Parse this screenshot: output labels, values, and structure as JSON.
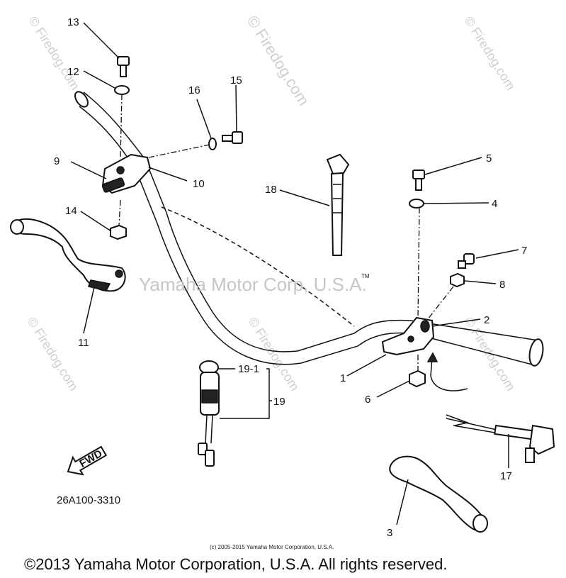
{
  "callouts": {
    "c1": "1",
    "c2": "2",
    "c3": "3",
    "c4": "4",
    "c5": "5",
    "c6": "6",
    "c7": "7",
    "c8": "8",
    "c9": "9",
    "c10": "10",
    "c11": "11",
    "c12": "12",
    "c13": "13",
    "c14": "14",
    "c15": "15",
    "c16": "16",
    "c17": "17",
    "c18": "18",
    "c19": "19",
    "c19_1": "19-1"
  },
  "fwd_label": "FWD",
  "diagram_code": "26A100-3310",
  "tm_mark": "TM",
  "watermarks": {
    "center": "Yamaha Motor Corp, U.S.A.",
    "firedog": "© Firedog.com"
  },
  "small_copyright": "(c) 2005-2015 Yamaha Motor Corporation, U.S.A.",
  "footer_copyright": "©2013 Yamaha Motor Corporation, U.S.A. All rights reserved."
}
